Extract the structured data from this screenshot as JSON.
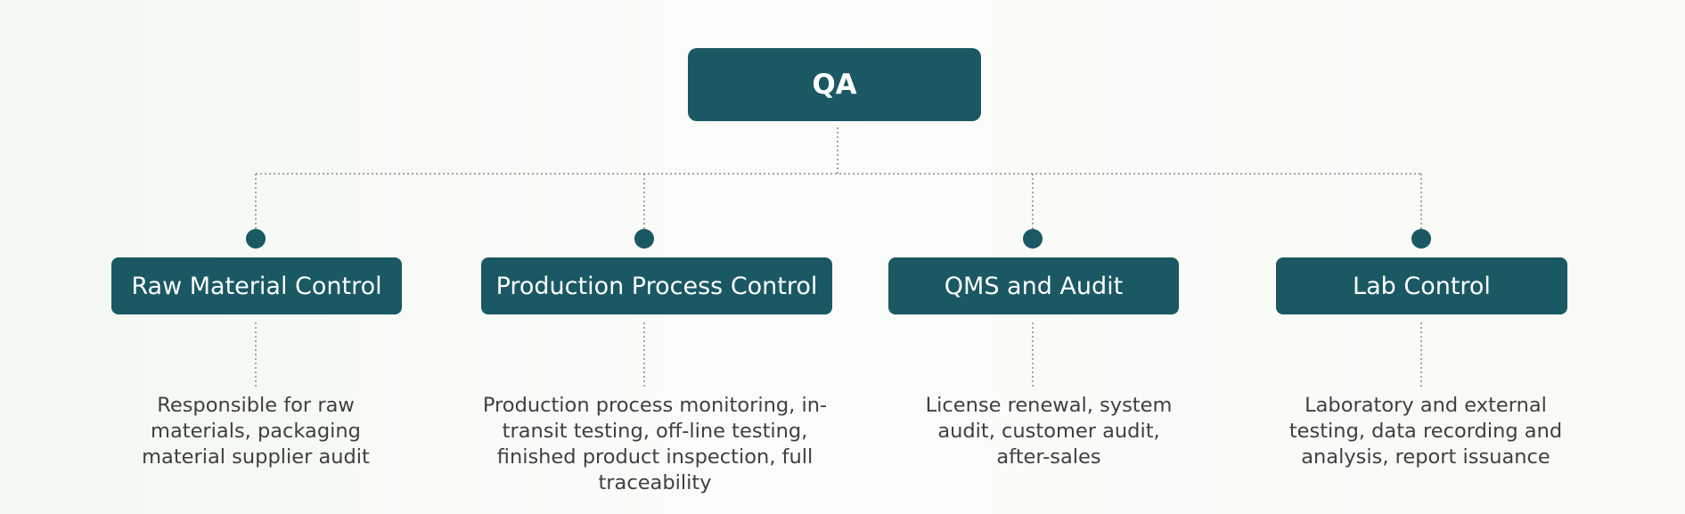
{
  "root": {
    "label": "QA"
  },
  "branches": [
    {
      "label": "Raw Material Control",
      "description": "Responsible for raw materials, packaging material supplier audit"
    },
    {
      "label": "Production Process Control",
      "description": "Production process monitoring, in-transit testing, off-line testing, finished product inspection, full traceability"
    },
    {
      "label": "QMS and Audit",
      "description": "License renewal, system audit, customer audit, after-sales"
    },
    {
      "label": "Lab Control",
      "description": "Laboratory and external testing, data recording and analysis, report issuance"
    }
  ],
  "colors": {
    "node_fill": "#1a5863",
    "node_text": "#ffffff",
    "connector": "#8a8a8a",
    "description_text": "#404040"
  }
}
